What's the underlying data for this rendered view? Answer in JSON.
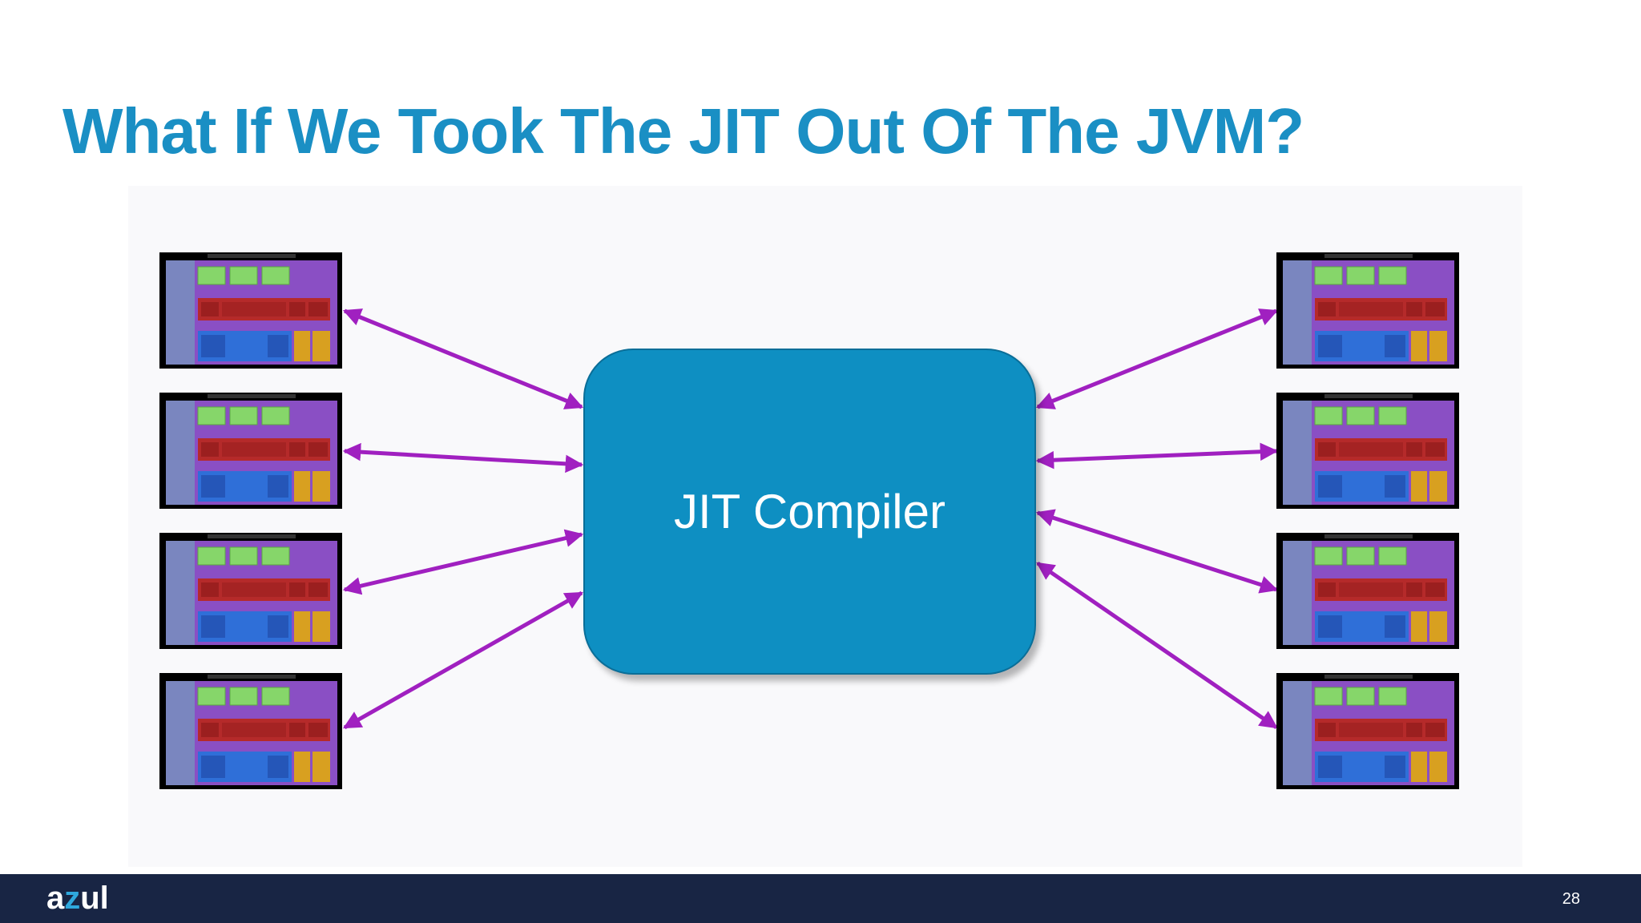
{
  "slide": {
    "title": "What If We Took The JIT Out Of The JVM?",
    "page_number": "28"
  },
  "diagram": {
    "center_label": "JIT Compiler",
    "jvm_count_left": 4,
    "jvm_count_right": 4,
    "arrow_color": "#a020c0",
    "compiler_color": "#0e8fc2"
  },
  "footer": {
    "logo_text": "azul",
    "logo_accent_letter": "z",
    "background_color": "#182544"
  },
  "colors": {
    "title": "#1a8fc4"
  }
}
